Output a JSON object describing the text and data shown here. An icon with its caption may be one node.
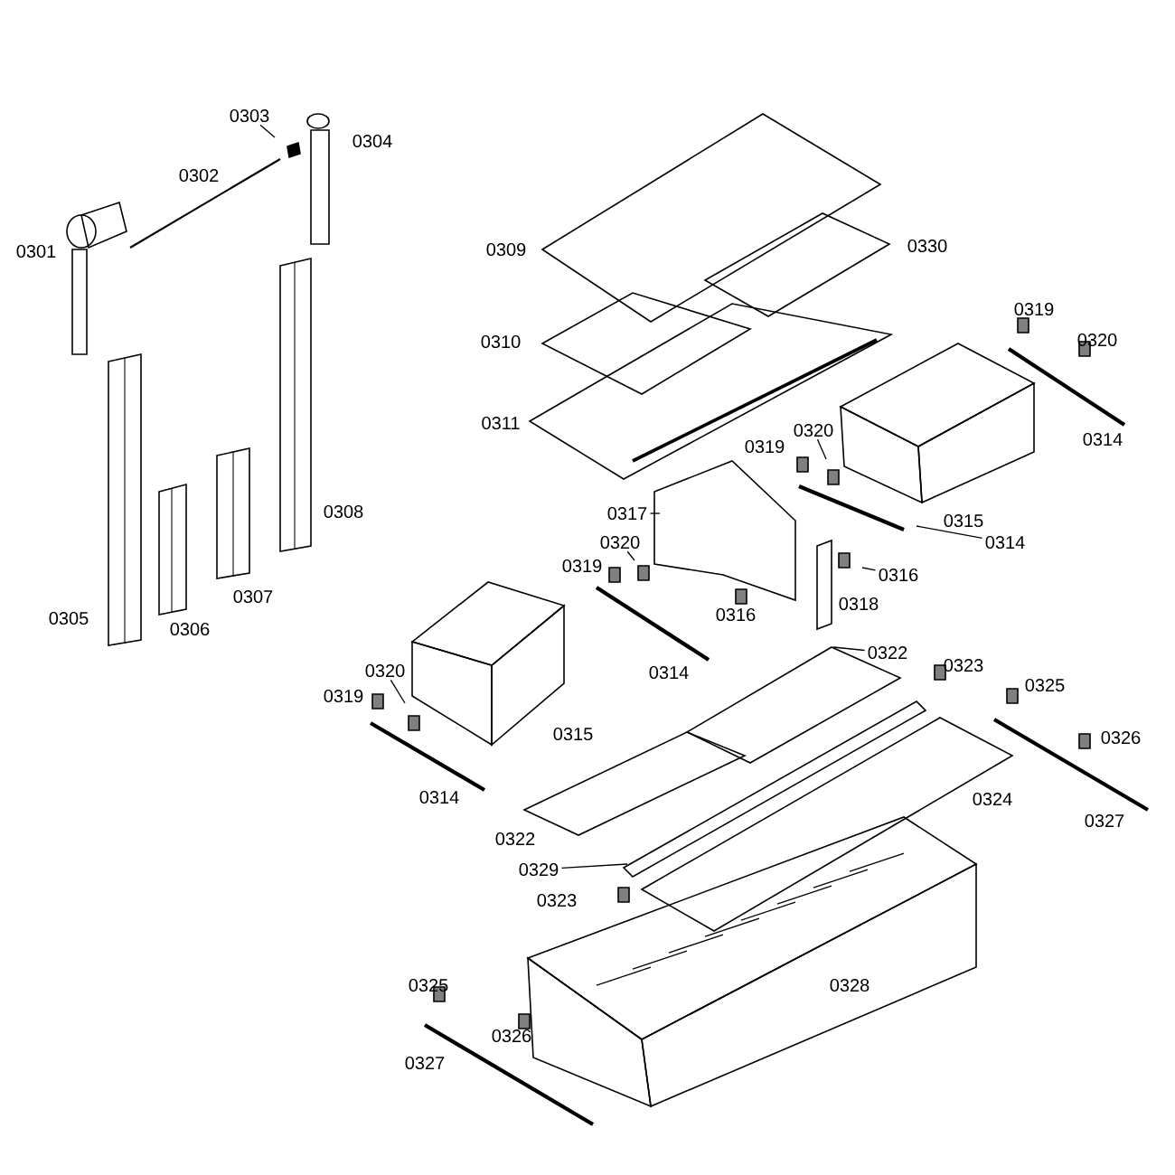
{
  "diagram": {
    "nodes": [
      {
        "text": [
          "0303"
        ]
      },
      {
        "text": [
          "0320"
        ]
      },
      {
        "text": [
          "0317"
        ]
      },
      {
        "text": [
          "0320"
        ]
      },
      {
        "text": [
          "0314"
        ]
      },
      {
        "text": [
          "0316"
        ]
      },
      {
        "text": [
          "0320"
        ]
      },
      {
        "text": [
          "0322"
        ]
      },
      {
        "text": [
          "0329"
        ]
      }
    ],
    "edges": [
      {
        "from": 0,
        "to": null,
        "arrow": "none"
      },
      {
        "from": 1,
        "to": null,
        "arrow": "none"
      },
      {
        "from": 2,
        "to": null,
        "arrow": "none"
      },
      {
        "from": 3,
        "to": null,
        "arrow": "none"
      },
      {
        "from": 4,
        "to": null,
        "arrow": "none"
      },
      {
        "from": 5,
        "to": null,
        "arrow": "none"
      },
      {
        "from": 6,
        "to": null,
        "arrow": "none"
      },
      {
        "from": 7,
        "to": null,
        "arrow": "none"
      },
      {
        "from": 8,
        "to": null,
        "arrow": "none"
      }
    ],
    "labels": [
      "0304",
      "0302",
      "0330",
      "0309",
      "0301",
      "0319",
      "0320",
      "0310",
      "0311",
      "0314",
      "0319",
      "0315",
      "0308",
      "0319",
      "0307",
      "0318",
      "0316",
      "0305",
      "0306",
      "0314",
      "0323",
      "0325",
      "0319",
      "0315",
      "0326",
      "0314",
      "0324",
      "0327",
      "0322",
      "0323",
      "0325",
      "0328",
      "0326",
      "0327"
    ]
  }
}
